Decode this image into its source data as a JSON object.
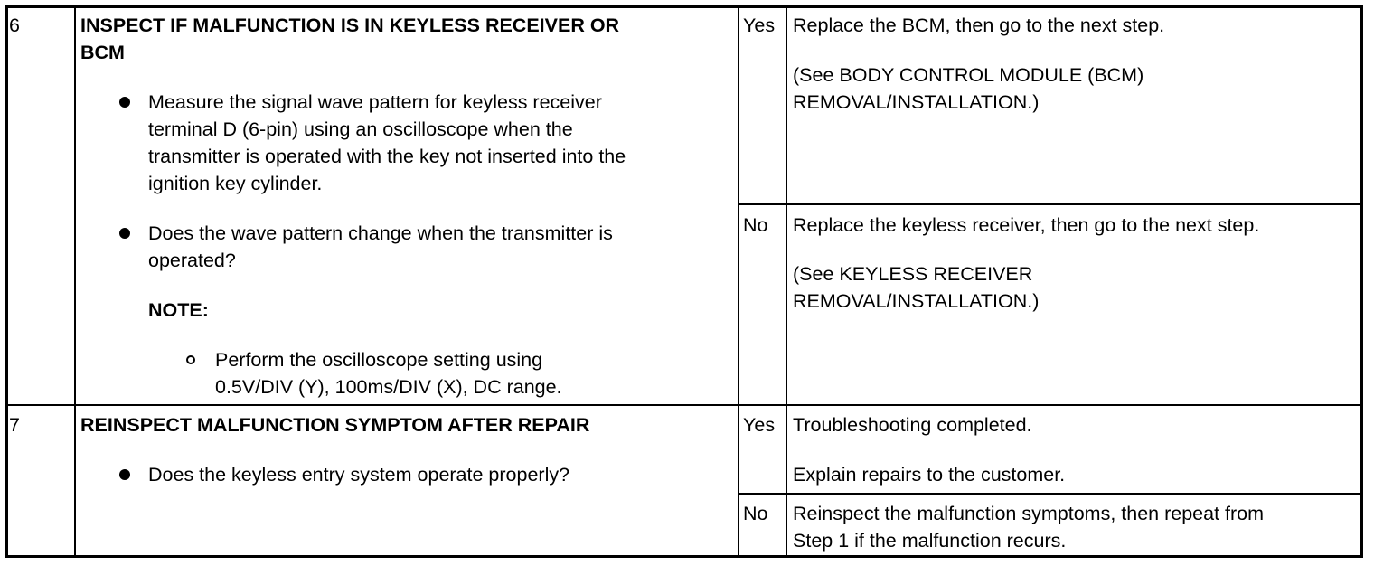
{
  "rows": [
    {
      "step": "6",
      "title_lines": [
        "INSPECT IF MALFUNCTION IS IN KEYLESS RECEIVER OR",
        "BCM"
      ],
      "bullets": [
        {
          "lines": [
            "Measure the signal wave pattern for keyless receiver",
            "terminal D (6-pin) using an oscilloscope when the",
            "transmitter is operated with the key not inserted into the",
            "ignition key cylinder."
          ]
        },
        {
          "lines": [
            "Does the wave pattern change when the transmitter is",
            "operated?"
          ]
        }
      ],
      "note_label": "NOTE:",
      "sub_bullet_lines": [
        "Perform the oscilloscope setting using",
        "0.5V/DIV (Y), 100ms/DIV (X), DC range."
      ],
      "results": [
        {
          "answer": "Yes",
          "action": "Replace the BCM, then go to the next step.",
          "ref_lines": [
            "(See BODY CONTROL MODULE (BCM)",
            "REMOVAL/INSTALLATION.)"
          ]
        },
        {
          "answer": "No",
          "action": "Replace the keyless receiver, then go to the next step.",
          "ref_lines": [
            "(See KEYLESS RECEIVER",
            "REMOVAL/INSTALLATION.)"
          ]
        }
      ]
    },
    {
      "step": "7",
      "title": "REINSPECT MALFUNCTION SYMPTOM AFTER REPAIR",
      "bullet": "Does the keyless entry system operate properly?",
      "results": [
        {
          "answer": "Yes",
          "action": "Troubleshooting completed.",
          "extra": "Explain repairs to the customer."
        },
        {
          "answer": "No",
          "action_lines": [
            "Reinspect the malfunction symptoms, then repeat from",
            "Step 1 if the malfunction recurs."
          ]
        }
      ]
    }
  ]
}
